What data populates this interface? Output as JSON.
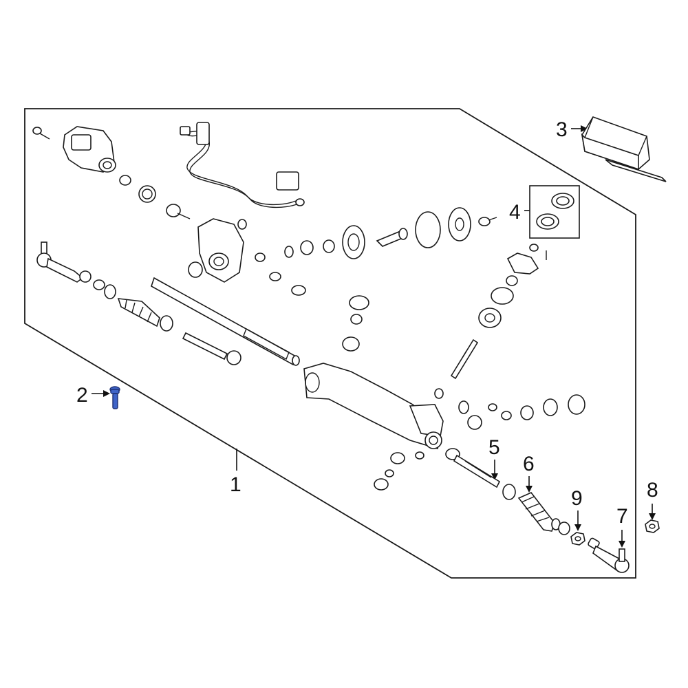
{
  "callouts": {
    "c1": "1",
    "c2": "2",
    "c3": "3",
    "c4": "4",
    "c5": "5",
    "c6": "6",
    "c7": "7",
    "c8": "8",
    "c9": "9"
  },
  "colors": {
    "highlight_part": "#3f64c8",
    "line_art": "#1a1a1a",
    "background": "#ffffff"
  },
  "highlighted_callout": "2"
}
